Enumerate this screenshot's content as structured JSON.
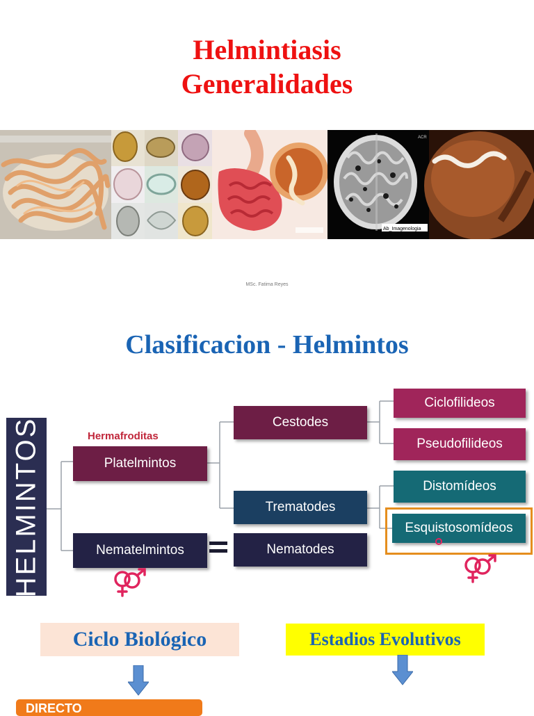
{
  "slide1": {
    "title_line1": "Helmintiasis",
    "title_line2": "Generalidades",
    "author": "MSc. Fatima Reyes",
    "photo_captions": {
      "mri_label": "Ab_Imagenologia",
      "mri_side_text": "ACR"
    }
  },
  "slide2": {
    "title": "Clasificacion - Helmintos",
    "root": "HELMINTOS",
    "hermafroditas_label": "Hermafroditas",
    "level1": {
      "platelmintos": "Platelmintos",
      "nematelmintos": "Nematelmintos"
    },
    "level2": {
      "cestodes": "Cestodes",
      "trematodes": "Trematodes",
      "nematodes": "Nematodes"
    },
    "level3": {
      "ciclofilideos": "Ciclofilideos",
      "pseudofilideos": "Pseudofilideos",
      "distomideos": "Distomídeos",
      "esquistosomideos": "Esquistosomídeos"
    },
    "gender_symbol": "⚥",
    "colors": {
      "magenta": "#a0255a",
      "plum": "#6d1e45",
      "teal": "#156a75",
      "navy": "#1b3f61",
      "dark": "#232245",
      "highlight": "#e58e1e",
      "gender": "#e0245e"
    }
  },
  "slide3": {
    "ciclo": "Ciclo Biológico",
    "estadios": "Estadios Evolutivos",
    "directo": "DIRECTO"
  }
}
